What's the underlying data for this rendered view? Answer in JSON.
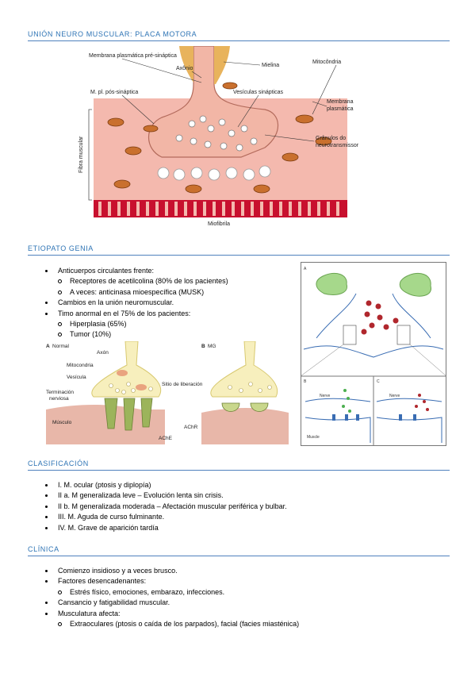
{
  "sections": {
    "union": {
      "title": "UNIÓN NEURO MUSCULAR: PLACA MOTORA"
    },
    "etio": {
      "title": "ETIOPATO GENIA"
    },
    "clasif": {
      "title": "CLASIFICACIÓN"
    },
    "clinica": {
      "title": "CLÍNICA"
    }
  },
  "figure1": {
    "membrana_pre": "Membrana plasmática pré-sináptica",
    "axonio": "Axônio",
    "mielina": "Mielina",
    "mitocondria": "Mitocôndria",
    "m_pos": "M. pl. pós-sináptica",
    "vesiculas": "Vesículas sinápticas",
    "membrana_1": "Membrana",
    "membrana_2": "plasmática",
    "granulos_1": "Grânulos do",
    "granulos_2": "neurotransmissor",
    "fibra": "Fibra muscular",
    "miofibrila": "Miofibrila"
  },
  "etio": {
    "items": [
      {
        "text": "Anticuerpos circulantes frente:",
        "sub": [
          "Receptores de acetilcolina (80% de los pacientes)",
          "A veces: anticinasa mioespecífica (MUSK)"
        ]
      },
      {
        "text": "Cambios en la unión neuromuscular.",
        "sub": []
      },
      {
        "text": "Timo anormal en el 75% de los pacientes:",
        "sub": [
          "Hiperplasia (65%)",
          "Tumor (10%)"
        ]
      }
    ]
  },
  "figure2": {
    "a_label": "A",
    "a_normal": "Normal",
    "b_label": "B",
    "b_mg": "MG",
    "axon": "Axón",
    "mitocondria": "Mitocondria",
    "vesicula": "Vesícula",
    "sitio": "Sitio de liberación",
    "terminacion_1": "Terminación",
    "terminacion_2": "nerviosa",
    "musculo": "Músculo",
    "achr": "AChR",
    "ache": "AChE"
  },
  "figure3": {
    "a_label": "A",
    "b_label": "B",
    "c_label": "C",
    "nerve_1": "Nerve",
    "nerve_2": "Nerve",
    "muscle": "Muscle"
  },
  "clasif": {
    "items": [
      "I. M. ocular (ptosis y diplopía)",
      "II a. M generalizada leve – Evolución lenta sin crisis.",
      "II b. M generalizada moderada – Afectación muscular periférica y bulbar.",
      "III. M. Aguda de curso fulminante.",
      "IV. M. Grave de aparición tardía"
    ]
  },
  "clinica": {
    "items": [
      {
        "text": "Comienzo insidioso y a veces brusco.",
        "sub": []
      },
      {
        "text": "Factores desencadenantes:",
        "sub": [
          "Estrés físico, emociones, embarazo, infecciones."
        ]
      },
      {
        "text": "Cansancio y fatigabilidad muscular.",
        "sub": []
      },
      {
        "text": "Musculatura afecta:",
        "sub": [
          "Extraoculares (ptosis o caída de los parpados), facial (facies miasténica)"
        ]
      }
    ]
  }
}
